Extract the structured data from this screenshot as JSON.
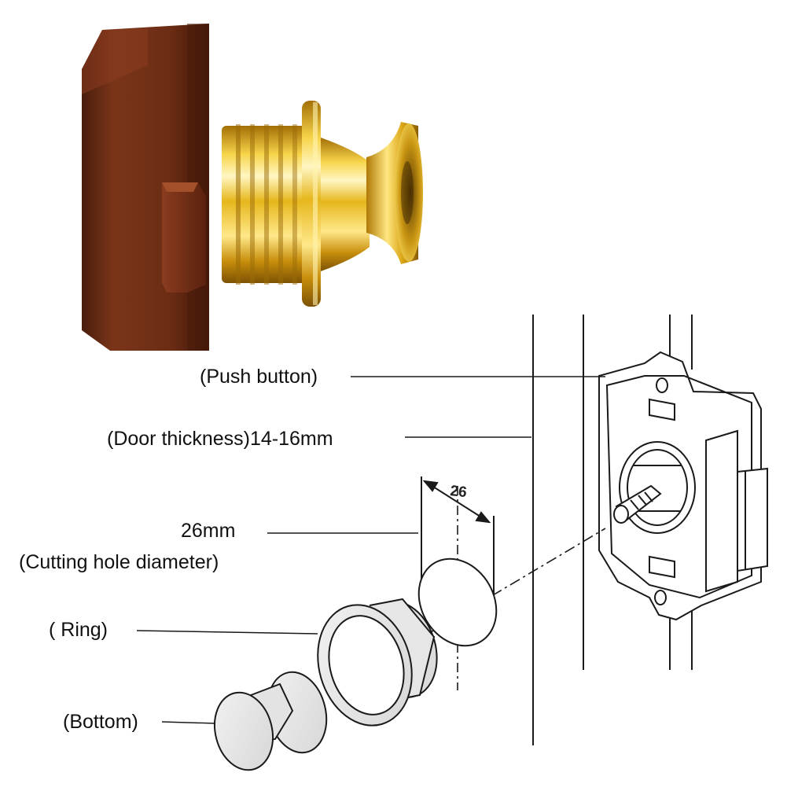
{
  "labels": {
    "push_button": "(Push button)",
    "door_thickness": "(Door thickness)14-16mm",
    "hole_size": "26mm",
    "hole_caption": "(Cutting hole diameter)",
    "ring": "( Ring)",
    "bottom": "(Bottom)"
  },
  "dimension_value": "26",
  "colors": {
    "lock_body": "#6b2c14",
    "lock_body_highlight": "#8a3c1f",
    "brass": "#e0b21a",
    "brass_light": "#fff2a8",
    "brass_dark": "#9a6b08",
    "line": "#1a1a1a"
  }
}
